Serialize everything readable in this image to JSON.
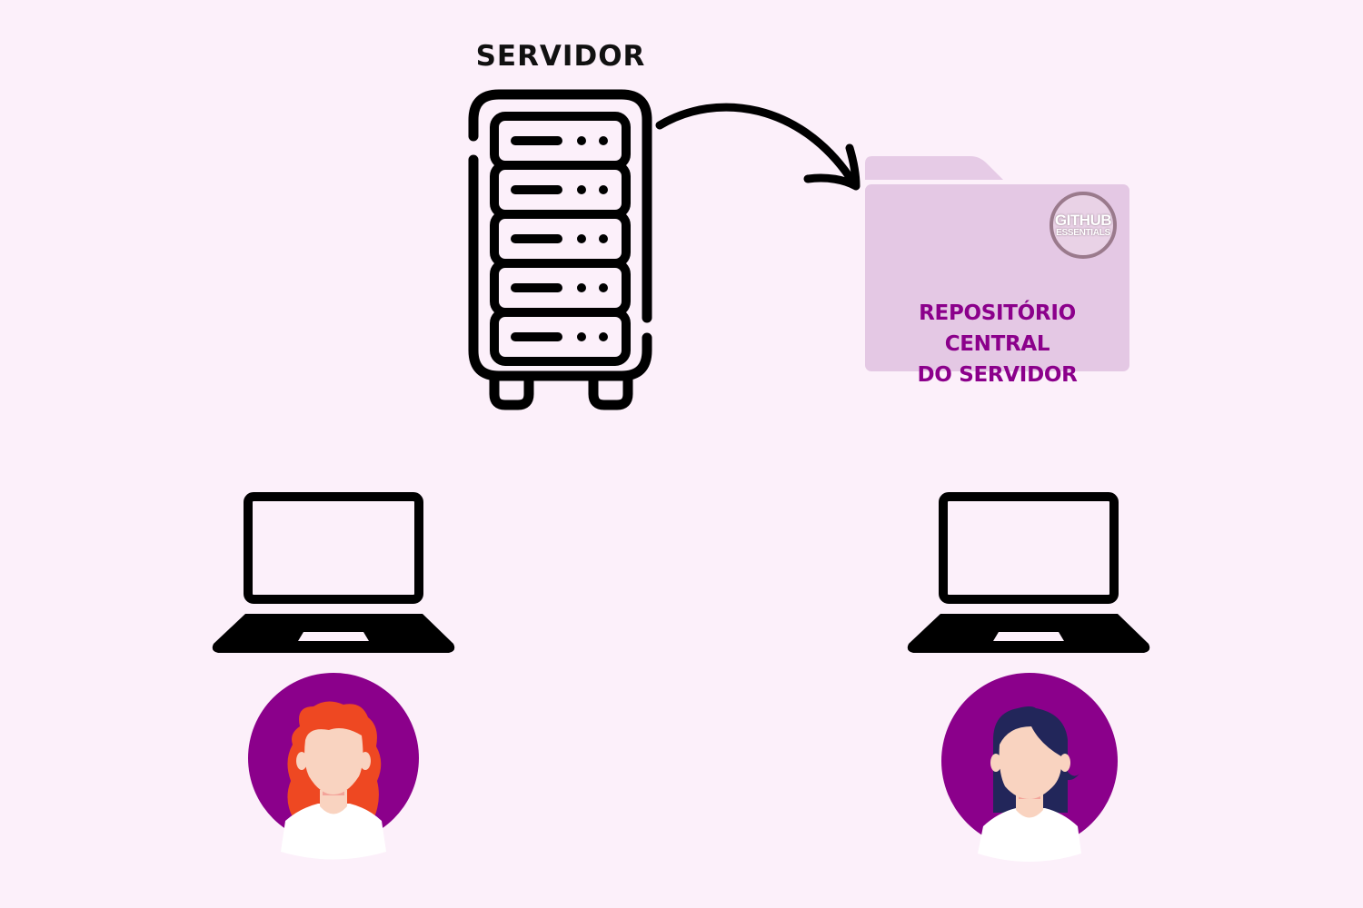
{
  "diagram": {
    "server": {
      "label": "SERVIDOR",
      "rack_units": 5
    },
    "repository": {
      "label_line1": "REPOSITÓRIO CENTRAL",
      "label_line2": "DO SERVIDOR",
      "badge_line1": "GITHUB",
      "badge_line2": "ESSENTIALS"
    },
    "clients": [
      {
        "name": "user-left",
        "hair": "red-wavy"
      },
      {
        "name": "user-right",
        "hair": "navy-straight"
      }
    ],
    "connections": [
      {
        "from": "server",
        "to": "repository",
        "type": "curved-arrow"
      }
    ]
  },
  "colors": {
    "background": "#fcf0fa",
    "accent_purple": "#8b008b",
    "folder": "#e4c8e4",
    "folder_tab": "#e6cbe6",
    "icon_stroke": "#000000",
    "skin": "#f9d3c0",
    "hair_red": "#ee4822",
    "hair_navy": "#22265a",
    "shirt": "#ffffff"
  }
}
